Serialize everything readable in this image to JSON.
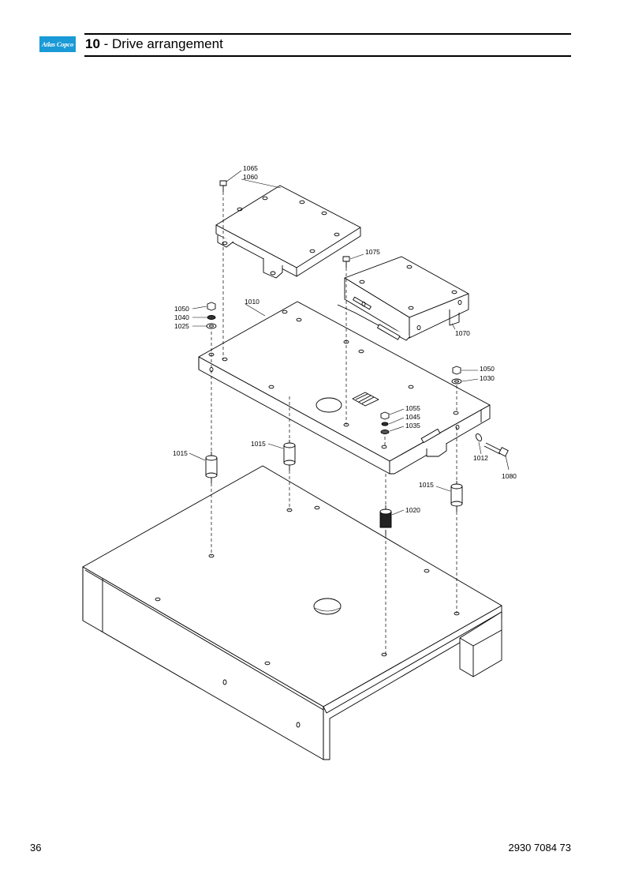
{
  "header": {
    "logo_text": "Atlas Copco",
    "section_number": "10",
    "section_title": " - Drive arrangement"
  },
  "callouts": {
    "c1065": "1065",
    "c1060": "1060",
    "c1075": "1075",
    "c1070": "1070",
    "c1050a": "1050",
    "c1040": "1040",
    "c1025": "1025",
    "c1010": "1010",
    "c1050b": "1050",
    "c1030": "1030",
    "c1055": "1055",
    "c1045": "1045",
    "c1035": "1035",
    "c1015a": "1015",
    "c1015b": "1015",
    "c1012": "1012",
    "c1080": "1080",
    "c1015c": "1015",
    "c1020": "1020"
  },
  "footer": {
    "page_number": "36",
    "document_number": "2930 7084 73"
  }
}
